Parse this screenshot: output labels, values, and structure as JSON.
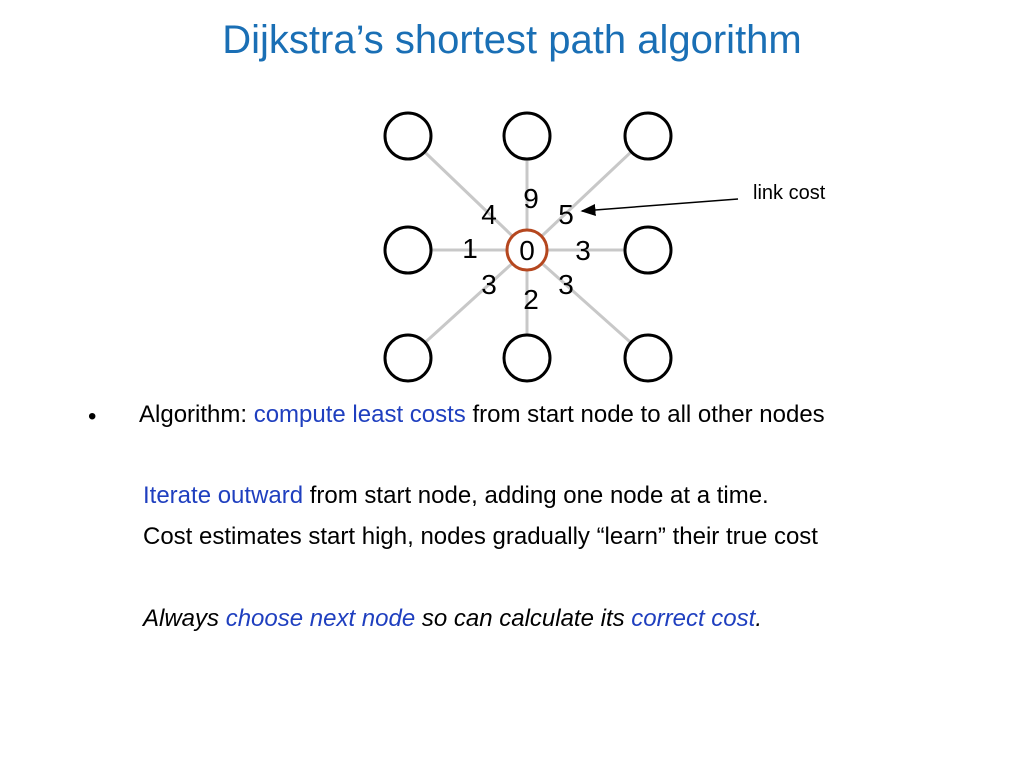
{
  "title": "Dijkstra’s shortest path algorithm",
  "diagram": {
    "center_label": "0",
    "link_costs": {
      "top": "9",
      "top_left": "4",
      "top_right": "5",
      "left": "1",
      "right": "3",
      "bottom_left": "3",
      "bottom_right": "3",
      "bottom": "2"
    },
    "annotation": "link cost"
  },
  "bullet": {
    "marker": "•",
    "prefix": "Algorithm: ",
    "highlight": "compute least costs",
    "suffix": " from start node to all other nodes"
  },
  "iterate": {
    "highlight": "Iterate outward",
    "rest": " from start node, adding one node at a time."
  },
  "cost_line": "Cost estimates start high, nodes gradually “learn” their true cost",
  "always": {
    "part1": "Always ",
    "highlight1": "choose next node",
    "part2": " so can calculate its ",
    "highlight2": "correct cost",
    "part3": "."
  },
  "colors": {
    "title": "#1a6fb5",
    "highlight": "#1f3fbf",
    "center_node_border": "#b5471f",
    "edge": "#c8c8c8"
  }
}
